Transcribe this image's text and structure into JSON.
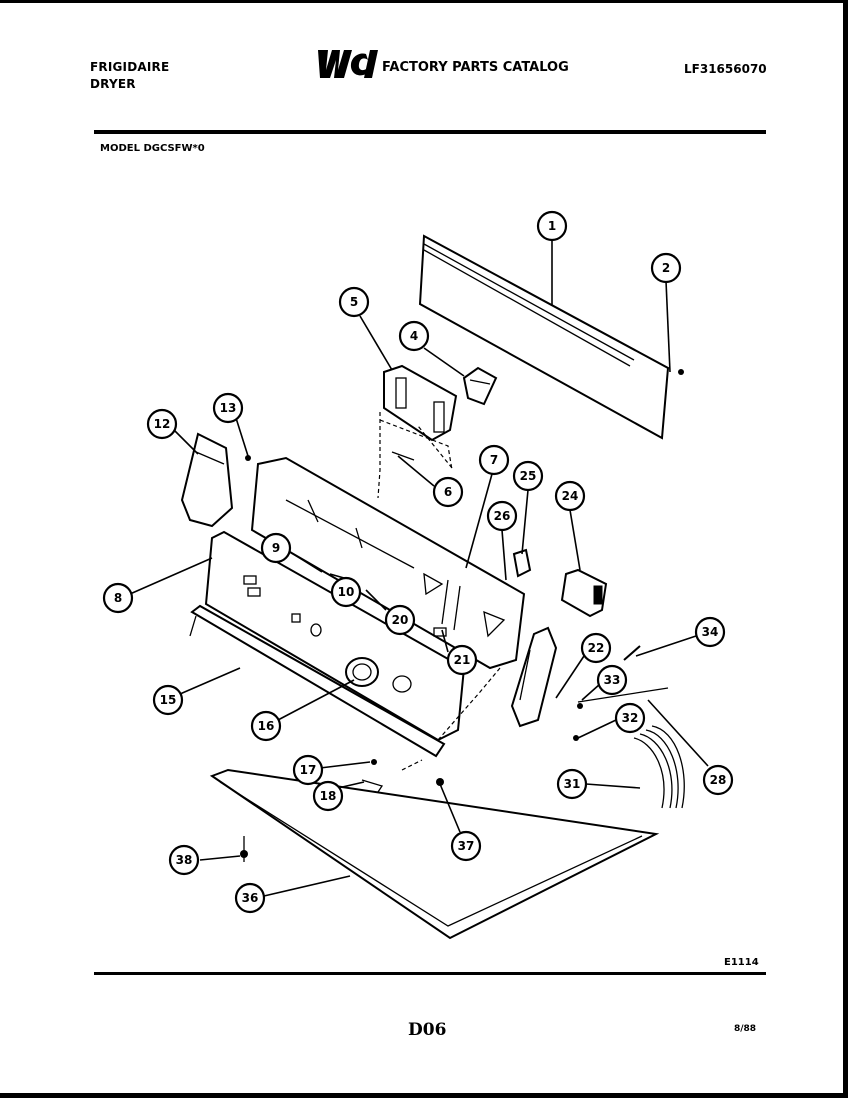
{
  "header": {
    "brand_line1": "FRIGIDAIRE",
    "brand_line2": "DRYER",
    "catalog_title": "FACTORY PARTS CATALOG",
    "catalog_number": "LF31656070",
    "model": "MODEL DGCSFW*0",
    "logo": "WCI"
  },
  "callouts": [
    "1",
    "2",
    "4",
    "5",
    "6",
    "7",
    "8",
    "9",
    "10",
    "12",
    "13",
    "15",
    "16",
    "17",
    "18",
    "20",
    "21",
    "22",
    "24",
    "25",
    "26",
    "28",
    "31",
    "32",
    "33",
    "34",
    "36",
    "37",
    "38"
  ],
  "footer": {
    "diagram_code": "E1114",
    "page_code": "D06",
    "date": "8/88"
  }
}
